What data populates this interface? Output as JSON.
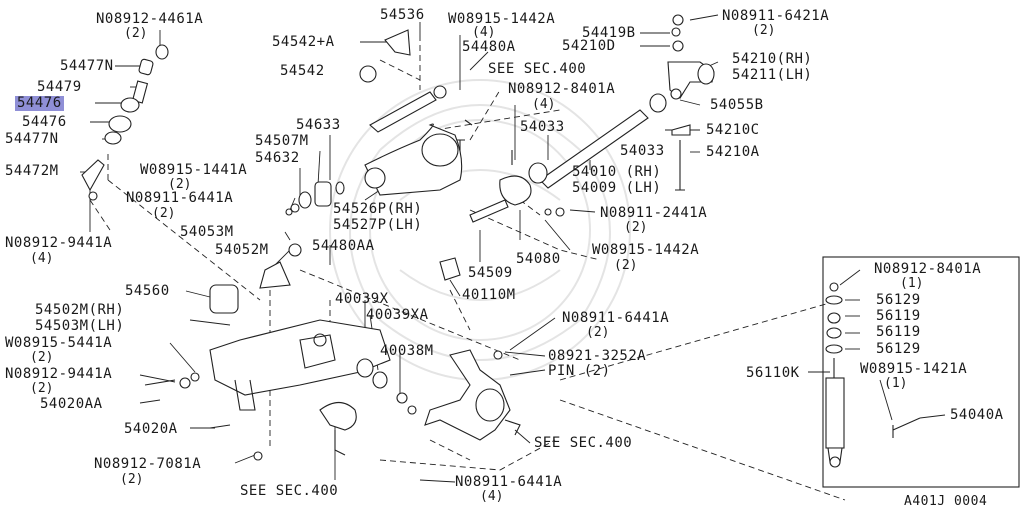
{
  "diagram": {
    "ref_code": "A401J 0004",
    "highlight_color": "#8f8fd6",
    "labels": [
      {
        "id": "n08912-4461a",
        "text": "N08912-4461A",
        "qty": "(2)"
      },
      {
        "id": "p54477n-top",
        "text": "54477N"
      },
      {
        "id": "p54479",
        "text": "54479"
      },
      {
        "id": "p54476-highlight",
        "text": "54476"
      },
      {
        "id": "p54476",
        "text": "54476"
      },
      {
        "id": "p54477n-bottom",
        "text": "54477N"
      },
      {
        "id": "p54472m",
        "text": "54472M"
      },
      {
        "id": "n08912-9441a-left",
        "text": "N08912-9441A",
        "qty": "(4)"
      },
      {
        "id": "p54536",
        "text": "54536"
      },
      {
        "id": "p54542-plus-a",
        "text": "54542+A"
      },
      {
        "id": "p54542",
        "text": "54542"
      },
      {
        "id": "w08915-1442a-top",
        "text": "W08915-1442A",
        "qty": "(4)"
      },
      {
        "id": "p54480a",
        "text": "54480A"
      },
      {
        "id": "see-sec-400-top",
        "text": "SEE SEC.400"
      },
      {
        "id": "n08911-6421a",
        "text": "N08911-6421A",
        "qty": "(2)"
      },
      {
        "id": "p54419b",
        "text": "54419B"
      },
      {
        "id": "p54210d",
        "text": "54210D"
      },
      {
        "id": "p54210-rh",
        "text": "54210(RH)"
      },
      {
        "id": "p54211-lh",
        "text": "54211(LH)"
      },
      {
        "id": "p54055b",
        "text": "54055B"
      },
      {
        "id": "n08912-8401a-top",
        "text": "N08912-8401A",
        "qty": "(4)"
      },
      {
        "id": "p54210c",
        "text": "54210C"
      },
      {
        "id": "p54033-a",
        "text": "54033"
      },
      {
        "id": "p54033-b",
        "text": "54033"
      },
      {
        "id": "p54210a",
        "text": "54210A"
      },
      {
        "id": "p54010-rh",
        "text": "54010 (RH)"
      },
      {
        "id": "p54009-lh",
        "text": "54009 (LH)"
      },
      {
        "id": "p54633",
        "text": "54633"
      },
      {
        "id": "p54507m",
        "text": "54507M"
      },
      {
        "id": "p54632",
        "text": "54632"
      },
      {
        "id": "w08915-1441a",
        "text": "W08915-1441A",
        "qty": "(2)"
      },
      {
        "id": "n08911-6441a-left",
        "text": "N08911-6441A",
        "qty": "(2)"
      },
      {
        "id": "p54526p-rh",
        "text": "54526P(RH)"
      },
      {
        "id": "p54527p-lh",
        "text": "54527P(LH)"
      },
      {
        "id": "n08911-2441a",
        "text": "N08911-2441A",
        "qty": "(2)"
      },
      {
        "id": "p54053m",
        "text": "54053M"
      },
      {
        "id": "p54052m",
        "text": "54052M"
      },
      {
        "id": "p54480aa",
        "text": "54480AA"
      },
      {
        "id": "w08915-1442a-mid",
        "text": "W08915-1442A",
        "qty": "(2)"
      },
      {
        "id": "p54080",
        "text": "54080"
      },
      {
        "id": "p54509",
        "text": "54509"
      },
      {
        "id": "p40110m",
        "text": "40110M"
      },
      {
        "id": "p54560",
        "text": "54560"
      },
      {
        "id": "p40039x",
        "text": "40039X"
      },
      {
        "id": "p40039xa",
        "text": "40039XA"
      },
      {
        "id": "p54502m-rh",
        "text": "54502M(RH)"
      },
      {
        "id": "p54503m-lh",
        "text": "54503M(LH)"
      },
      {
        "id": "n08911-6441a-mid",
        "text": "N08911-6441A",
        "qty": "(2)"
      },
      {
        "id": "w08915-5441a",
        "text": "W08915-5441A",
        "qty": "(2)"
      },
      {
        "id": "p40038m",
        "text": "40038M"
      },
      {
        "id": "p08921-3252a",
        "text": "08921-3252A"
      },
      {
        "id": "pin-2",
        "text": "PIN (2)"
      },
      {
        "id": "n08912-9441a-bottom",
        "text": "N08912-9441A",
        "qty": "(2)"
      },
      {
        "id": "p54020aa",
        "text": "54020AA"
      },
      {
        "id": "p54020a",
        "text": "54020A"
      },
      {
        "id": "see-sec-400-right",
        "text": "SEE SEC.400"
      },
      {
        "id": "n08912-7081a",
        "text": "N08912-7081A",
        "qty": "(2)"
      },
      {
        "id": "see-sec-400-bottom",
        "text": "SEE SEC.400"
      },
      {
        "id": "n08911-6441a-bottom",
        "text": "N08911-6441A",
        "qty": "(4)"
      },
      {
        "id": "n08912-8401a-box",
        "text": "N08912-8401A",
        "qty": "(1)"
      },
      {
        "id": "p56129-a",
        "text": "56129"
      },
      {
        "id": "p56119-a",
        "text": "56119"
      },
      {
        "id": "p56119-b",
        "text": "56119"
      },
      {
        "id": "p56129-b",
        "text": "56129"
      },
      {
        "id": "p56110k",
        "text": "56110K"
      },
      {
        "id": "w08915-1421a",
        "text": "W08915-1421A",
        "qty": "(1)"
      },
      {
        "id": "p54040a",
        "text": "54040A"
      }
    ]
  }
}
